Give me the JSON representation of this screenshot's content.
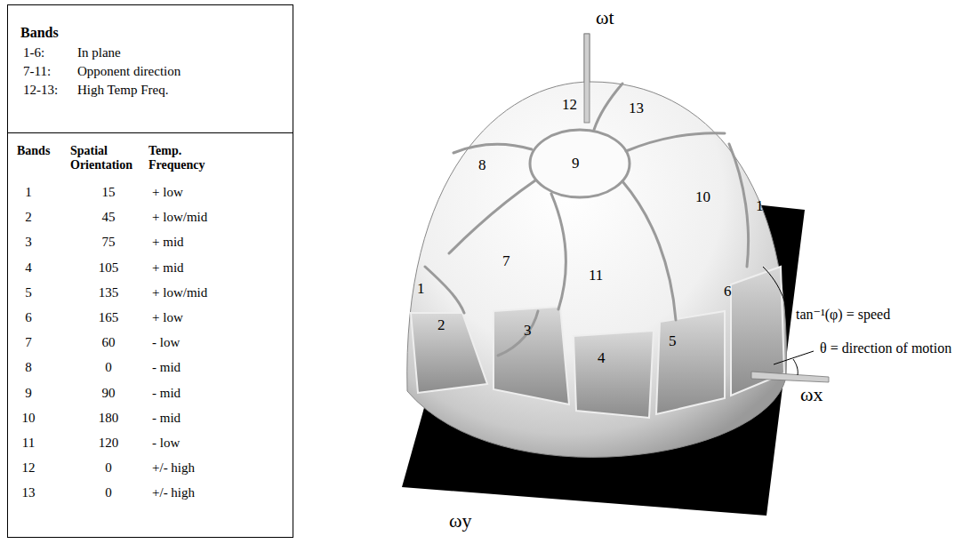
{
  "diagram": {
    "nodes": [
      {
        "text": [
          "Bands",
          "1-6:",
          "In plane",
          "7-11:",
          "Opponent direction",
          "12-13:",
          "High Temp Freq."
        ]
      },
      {
        "text": [
          "Bands",
          "Spatial Orientation",
          "Temp. Frequency",
          "1",
          "15",
          "+ low",
          "2",
          "45",
          "+ low/mid",
          "3",
          "75",
          "+ mid",
          "4",
          "105",
          "+ mid",
          "5",
          "135",
          "+ low/mid",
          "6",
          "165",
          "+ low",
          "7",
          "60",
          "- low",
          "8",
          "0",
          "- mid",
          "9",
          "90",
          "- mid",
          "10",
          "180",
          "- mid",
          "11",
          "120",
          "- low",
          "12",
          "0",
          "+/- high",
          "13",
          "0",
          "+/- high"
        ]
      }
    ],
    "labels": [
      "12",
      "13",
      "8",
      "9",
      "10",
      "1",
      "1",
      "7",
      "11",
      "6",
      "2",
      "3",
      "4",
      "5",
      "ωt",
      "ωx",
      "ωy",
      "tan⁻¹(φ) = speed",
      "θ = direction of motion"
    ]
  }
}
